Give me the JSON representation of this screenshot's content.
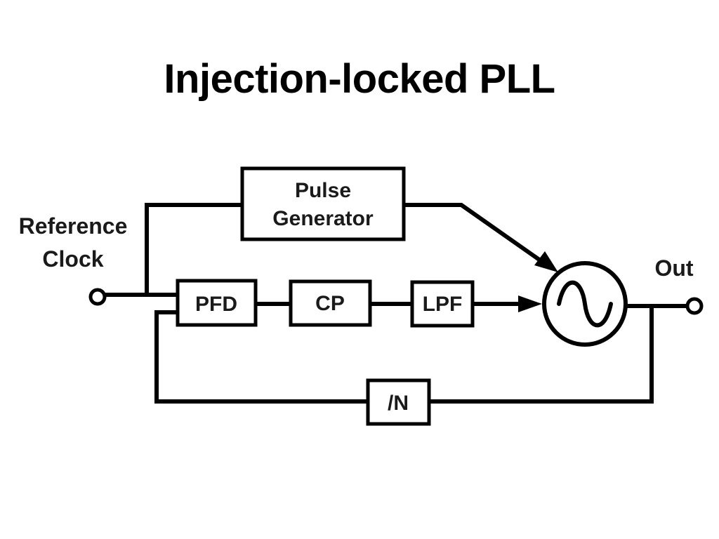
{
  "title": "Injection-locked PLL",
  "diagram": {
    "input_label_line1": "Reference",
    "input_label_line2": "Clock",
    "output_label": "Out",
    "blocks": {
      "pulse_generator_line1": "Pulse",
      "pulse_generator_line2": "Generator",
      "pfd": "PFD",
      "cp": "CP",
      "lpf": "LPF",
      "divider": "/N"
    },
    "oscillator_symbol": "sine-wave-icon"
  }
}
